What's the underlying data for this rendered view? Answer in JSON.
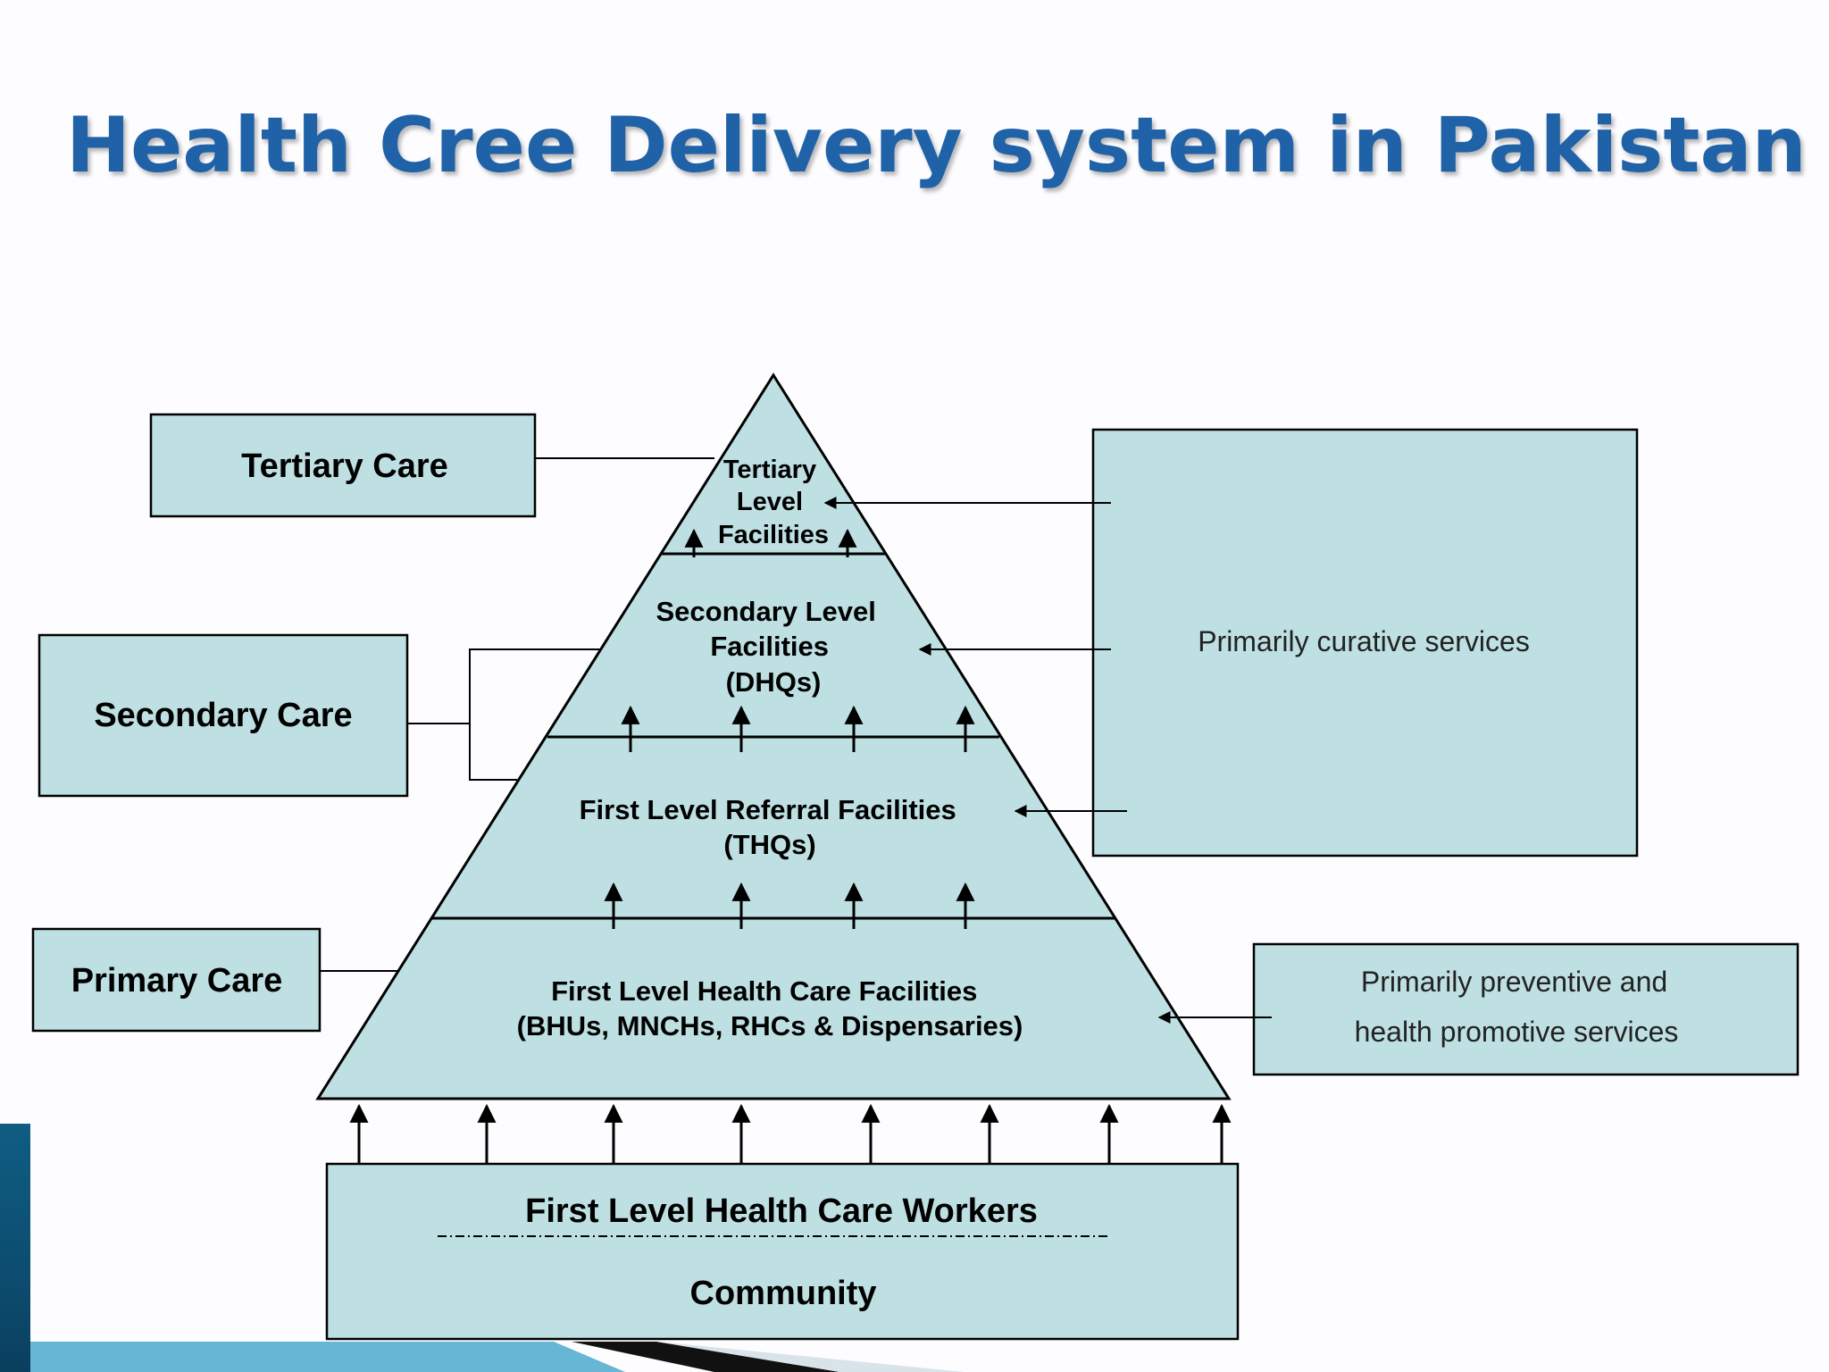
{
  "title": "Health Cree Delivery system in Pakistan",
  "diagram": {
    "tiers": {
      "tertiary": [
        "Tertiary",
        "Level",
        "Facilities"
      ],
      "secondary": [
        "Secondary Level",
        "Facilities",
        "(DHQs)"
      ],
      "first_referral": [
        "First Level Referral Facilities",
        "(THQs)"
      ],
      "first_health": [
        "First Level Health Care Facilities",
        "(BHUs, MNCHs, RHCs & Dispensaries)"
      ]
    },
    "care_levels": {
      "tertiary": "Tertiary Care",
      "secondary": "Secondary Care",
      "primary": "Primary Care"
    },
    "services": {
      "curative": "Primarily curative services",
      "preventive": [
        "Primarily preventive and",
        "health promotive services"
      ]
    },
    "base": {
      "workers": "First Level Health Care Workers",
      "community": "Community"
    },
    "colors": {
      "fill": "#bee0e3",
      "title": "#1f62a8",
      "stroke": "#000000"
    }
  }
}
